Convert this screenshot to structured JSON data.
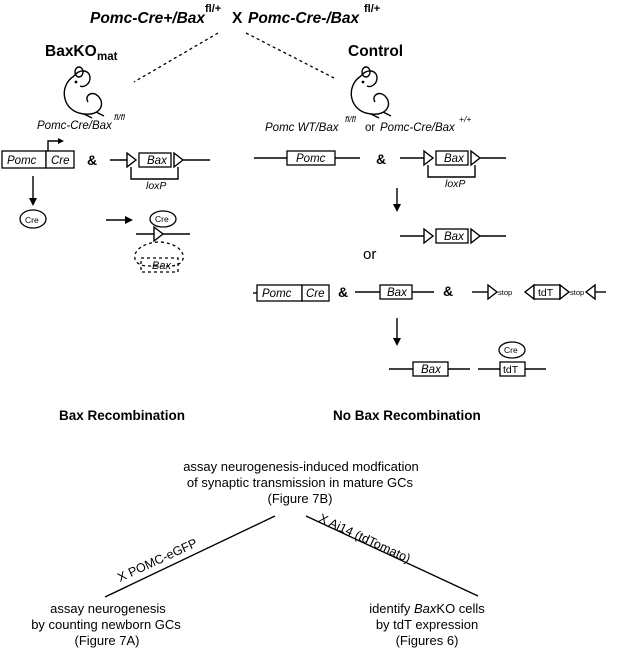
{
  "cross": {
    "left": "Pomc-Cre+/Bax",
    "left_sup": "fl/+",
    "x": "X",
    "right": "Pomc-Cre-/Bax",
    "right_sup": "fl/+"
  },
  "left": {
    "group_title": "BaxKO",
    "group_sub": "mat",
    "genotype": "Pomc-Cre/Bax",
    "genotype_sup": "fl/fl",
    "pomc": "Pomc",
    "cre": "Cre",
    "amp": "&",
    "bax": "Bax",
    "loxp": "loxP",
    "cre_protein": "Cre",
    "recombination": "Bax Recombination"
  },
  "right": {
    "group_title": "Control",
    "genotype_a": "Pomc WT/Bax",
    "genotype_a_sup": "fl/fl",
    "or": "or",
    "genotype_b": "Pomc-Cre/Bax",
    "genotype_b_sup": "+/+",
    "pomc": "Pomc",
    "cre": "Cre",
    "amp": "&",
    "bax": "Bax",
    "loxp": "loxP",
    "or_middle": "or",
    "stop": "stop",
    "tdt": "tdT",
    "cre_protein": "Cre",
    "recombination": "No Bax Recombination"
  },
  "assay": {
    "top_line1": "assay neurogenesis-induced modfication",
    "top_line2": "of synaptic transmission in mature GCs",
    "top_line3": "(Figure 7B)",
    "cross_left": "X POMC-eGFP",
    "cross_right": "X Ai14 (tdTomato)",
    "left_line1": "assay neurogenesis",
    "left_line2": "by counting newborn GCs",
    "left_line3": "(Figure 7A)",
    "right_line1_a": "identify ",
    "right_line1_italic": "Bax",
    "right_line1_b": "KO cells",
    "right_line2": "by tdT expression",
    "right_line3": "(Figures 6)"
  }
}
